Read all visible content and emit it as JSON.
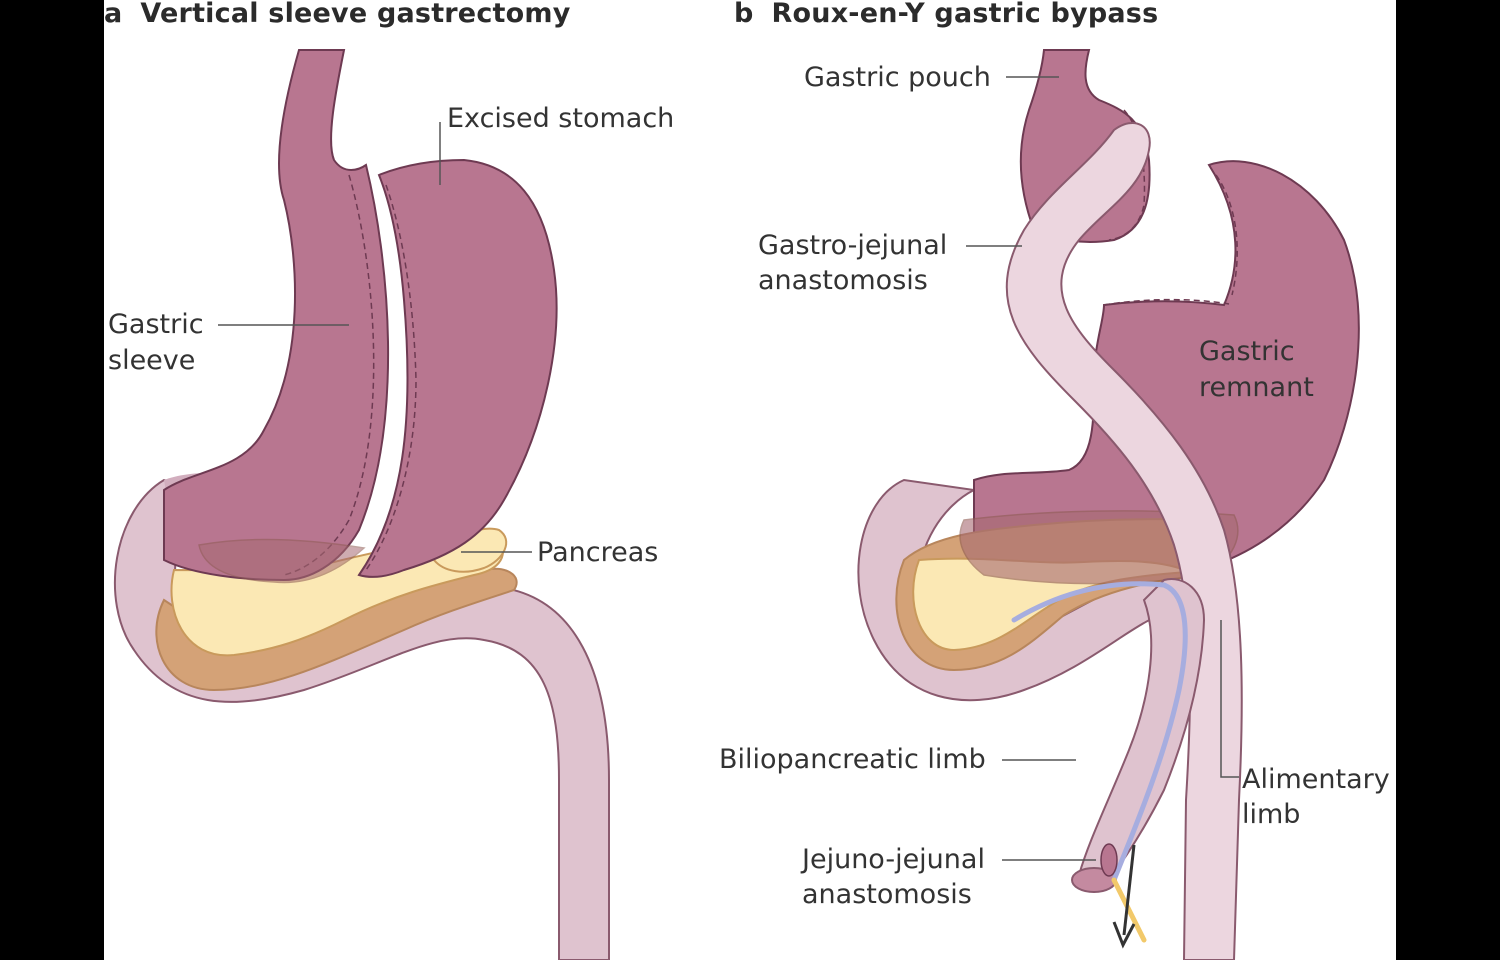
{
  "panel_a": {
    "letter": "a",
    "title": "Vertical sleeve gastrectomy",
    "labels": {
      "excised_stomach": "Excised stomach",
      "gastric_sleeve_line1": "Gastric",
      "gastric_sleeve_line2": "sleeve",
      "pancreas": "Pancreas"
    }
  },
  "panel_b": {
    "letter": "b",
    "title": "Roux-en-Y gastric bypass",
    "labels": {
      "gastric_pouch": "Gastric pouch",
      "gastro_jejunal_line1": "Gastro-jejunal",
      "gastro_jejunal_line2": "anastomosis",
      "gastric_remnant_line1": "Gastric",
      "gastric_remnant_line2": "remnant",
      "biliopancreatic_limb": "Biliopancreatic limb",
      "alimentary_limb_line1": "Alimentary",
      "alimentary_limb_line2": "limb",
      "jejuno_jejunal_line1": "Jejuno-jejunal",
      "jejuno_jejunal_line2": "anastomosis"
    }
  },
  "colors": {
    "background": "#ffffff",
    "stomach": "#b87690",
    "stomach_outline": "#6e3a52",
    "duodenum": "#dfc3cf",
    "duodenum_outline": "#8a5a6e",
    "pancreas": "#fbe8b4",
    "pancreas_outline": "#c99a5c",
    "pancreas_lobules": "#d4a277",
    "bile_flow": "#a6addf",
    "food_flow": "#f2c96a",
    "arrow": "#333333",
    "leader_line": "#555555"
  }
}
